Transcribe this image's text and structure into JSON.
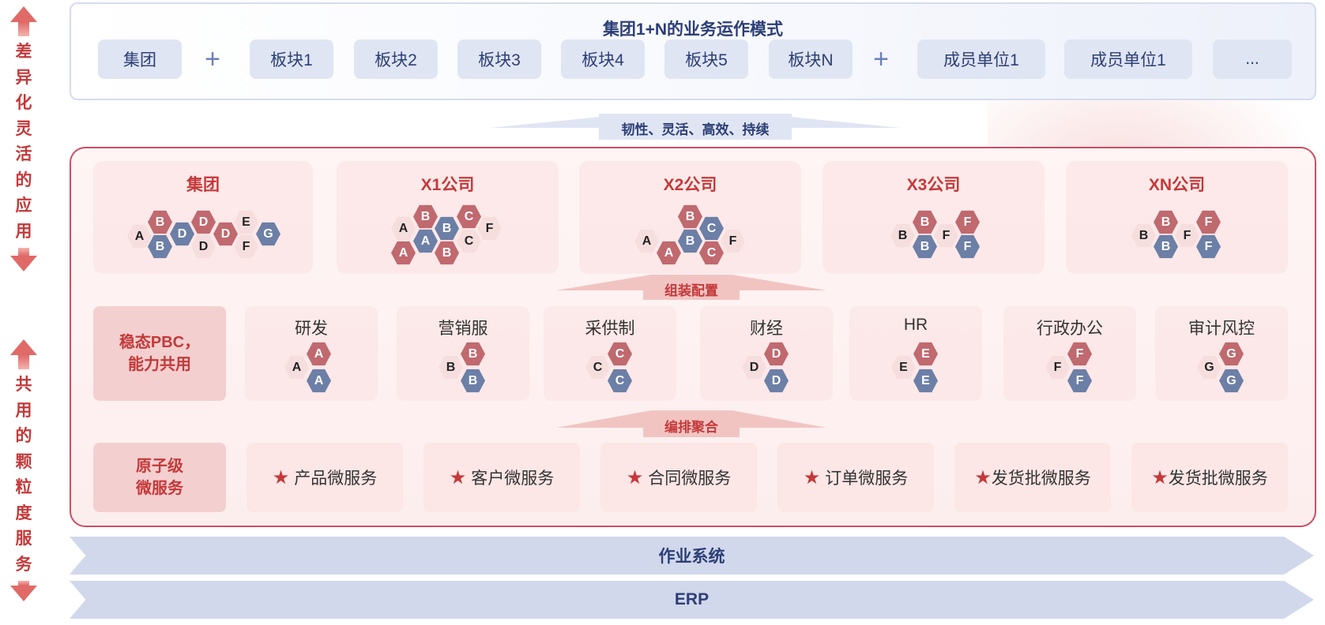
{
  "side": {
    "top_text": "差异化灵活的应用",
    "bottom_text": "共用的颗粒度服务"
  },
  "top": {
    "title": "集团1+N的业务运作模式",
    "segments": [
      "集团",
      "板块1",
      "板块2",
      "板块3",
      "板块4",
      "板块5",
      "板块N",
      "成员单位1",
      "成员单位1",
      "..."
    ],
    "plus": "+"
  },
  "up_band_label": "韧性、灵活、高效、持续",
  "companies": [
    {
      "title": "集团"
    },
    {
      "title": "X1公司"
    },
    {
      "title": "X2公司"
    },
    {
      "title": "X3公司"
    },
    {
      "title": "XN公司"
    }
  ],
  "hex_letters": {
    "A": "A",
    "B": "B",
    "C": "C",
    "D": "D",
    "E": "E",
    "F": "F",
    "G": "G"
  },
  "assemble_label": "组装配置",
  "pbc_label": "稳态PBC，\n能力共用",
  "capabilities": [
    {
      "title": "研发",
      "letter": "A"
    },
    {
      "title": "营销服",
      "letter": "B"
    },
    {
      "title": "采供制",
      "letter": "C"
    },
    {
      "title": "财经",
      "letter": "D"
    },
    {
      "title": "HR",
      "letter": "E"
    },
    {
      "title": "行政办公",
      "letter": "F"
    },
    {
      "title": "审计风控",
      "letter": "G"
    }
  ],
  "orchestrate_label": "编排聚合",
  "micro_label": "原子级\n微服务",
  "services": [
    "产品微服务",
    "客户微服务",
    "合同微服务",
    "订单微服务",
    "发货批微服务",
    "发货批微服务"
  ],
  "bars": [
    "作业系统",
    "ERP"
  ],
  "colors": {
    "accent_red": "#c4393a",
    "navy": "#2c3e75",
    "hex_pink": "#c0696f",
    "hex_blue": "#6c7fa6"
  }
}
